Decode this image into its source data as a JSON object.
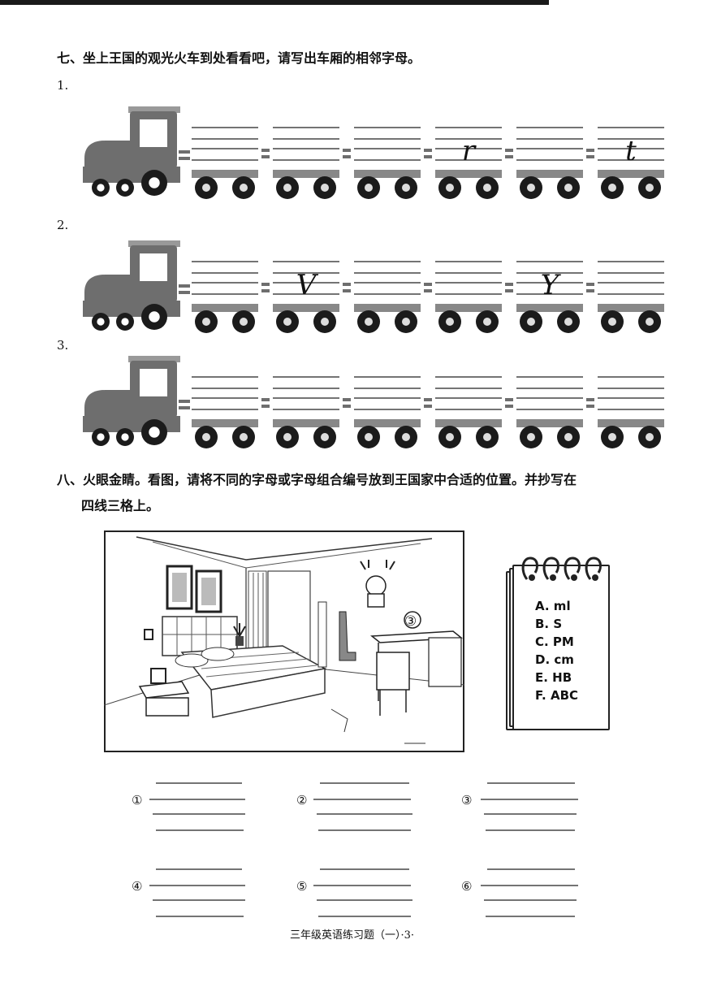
{
  "section7": {
    "heading": "七、坐上王国的观光火车到处看看吧，请写出车厢的相邻字母。",
    "trains": [
      {
        "number": "1.",
        "cars": [
          "",
          "",
          "",
          "r",
          "",
          "t"
        ]
      },
      {
        "number": "2.",
        "cars": [
          "",
          "V",
          "",
          "",
          "Y",
          ""
        ]
      },
      {
        "number": "3.",
        "cars": [
          "",
          "",
          "",
          "",
          "",
          ""
        ]
      }
    ]
  },
  "section8": {
    "heading_line1": "八、火眼金睛。看图，请将不同的字母或字母组合编号放到王国家中合适的位置。并抄写在",
    "heading_line2": "四线三格上。",
    "picture_marker": "③",
    "notebook_items": [
      "A. ml",
      "B. S",
      "C. PM",
      "D. cm",
      "E. HB",
      "F. ABC"
    ],
    "answer_labels": [
      "①",
      "②",
      "③",
      "④",
      "⑤",
      "⑥"
    ]
  },
  "footer": {
    "text": "三年级英语练习题（一）·3·"
  },
  "colors": {
    "ink": "#111111",
    "train_gray": "#6e6e6e",
    "wheel": "#1b1b1b"
  }
}
